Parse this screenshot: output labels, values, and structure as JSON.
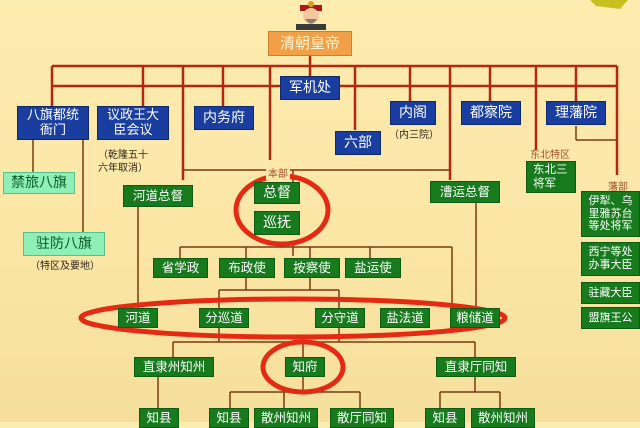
{
  "title": "清朝皇帝",
  "colors": {
    "background": "#fbe6a6",
    "line": "#b5260f",
    "central_box": "#1a3ea0",
    "local_box": "#177a1d",
    "banner_box": "#8ef0b6",
    "top_box": "#f2a048",
    "highlight_ellipse": "#e52a14"
  },
  "icons": {
    "emperor": "emperor-portrait-icon"
  },
  "central": {
    "junjichu": "军机处",
    "baqi": "八旗都统衙门",
    "baqi_line1": "八旗都统",
    "baqi_line2": "衙门",
    "yizheng_line1": "议政王大",
    "yizheng_line2": "臣会议",
    "yizheng_note_line1": "（乾隆五十",
    "yizheng_note_line2": "六年取消）",
    "neiwufu": "内务府",
    "liubu": "六部",
    "neige": "内阁",
    "neige_note": "（内三院）",
    "duchayuan": "都察院",
    "lifanyuan": "理藩院"
  },
  "banners": {
    "jinlv": "禁旅八旗",
    "zhufang": "驻防八旗",
    "zhufang_note": "（特区及要地）"
  },
  "tags": {
    "benbu": "本部",
    "dongbei": "东北特区",
    "fanbu": "藩部"
  },
  "regional": {
    "hedao_zongdu": "河道总督",
    "zongdu": "总督",
    "xunfu": "巡抚",
    "caoyun_zongdu": "漕运总督",
    "dongbei_line1": "东北三",
    "dongbei_line2": "将军",
    "fanbu_items": [
      {
        "line1": "伊犁、乌",
        "line2": "里雅苏台",
        "line3": "等处将军"
      },
      {
        "line1": "西宁等处",
        "line2": "办事大臣"
      },
      {
        "line1": "驻藏大臣"
      },
      {
        "line1": "盟旗王公"
      }
    ]
  },
  "provincial": {
    "items": [
      "省学政",
      "布政使",
      "按察使",
      "盐运使"
    ]
  },
  "circuits": {
    "items": [
      "河道",
      "分巡道",
      "分守道",
      "盐法道",
      "粮储道"
    ]
  },
  "prefecture": {
    "zhili_zhou": "直隶州知州",
    "zhifu": "知府",
    "zhili_ting": "直隶厅同知"
  },
  "county": {
    "items": [
      "知县",
      "知县",
      "散州知州",
      "散厅同知",
      "知县",
      "散州知州"
    ]
  }
}
